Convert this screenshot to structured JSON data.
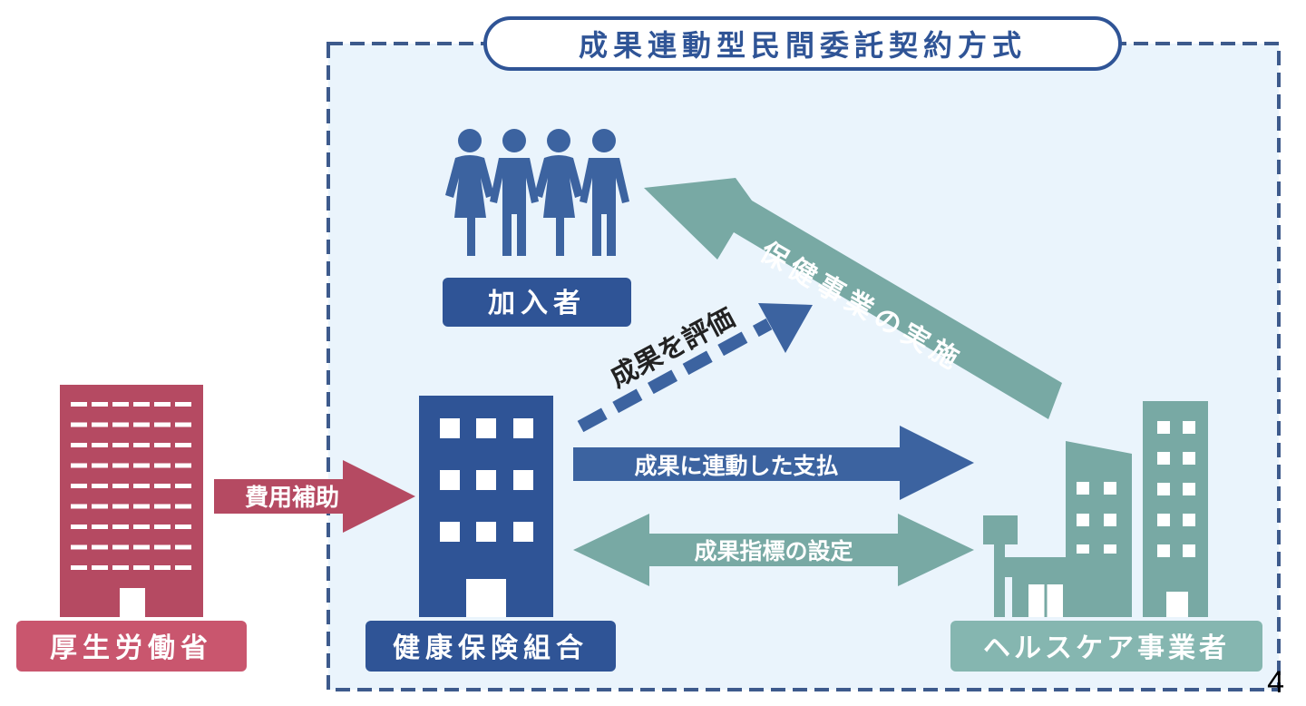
{
  "title": "成果連動型民間委託契約方式",
  "nodes": {
    "ministry": "厚生労働省",
    "insurer": "健康保険組合",
    "members": "加入者",
    "provider": "ヘルスケア事業者"
  },
  "arrows": {
    "subsidy": "費用補助",
    "evaluate": "成果を評価",
    "implement": "保健事業の実施",
    "payment": "成果に連動した支払",
    "indicator": "成果指標の設定"
  },
  "page_number": "4",
  "colors": {
    "navy": "#2f5496",
    "dashed_border": "#3d5a8c",
    "teal": "#78a9a4",
    "crimson": "#b54a62",
    "region_fill": "#eaf4fc"
  }
}
